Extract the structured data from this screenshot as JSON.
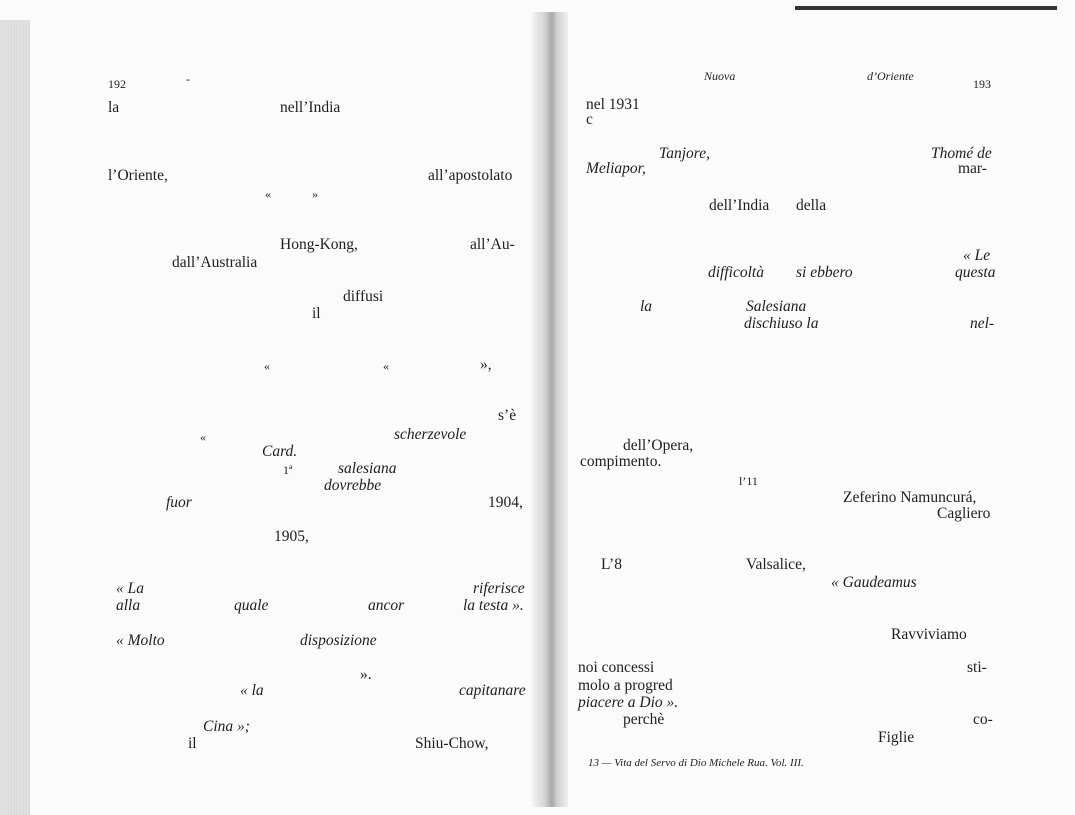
{
  "left_page": {
    "page_number": "192",
    "lines": [
      {
        "id": "l1",
        "text": "la",
        "italic": false
      },
      {
        "id": "l2",
        "text": "nell’India",
        "italic": false
      },
      {
        "id": "l3",
        "text": "l’Oriente,",
        "italic": false
      },
      {
        "id": "l4",
        "text": "all’apostolato",
        "italic": false
      },
      {
        "id": "l5",
        "text": "«",
        "italic": false
      },
      {
        "id": "l6",
        "text": "»",
        "italic": false
      },
      {
        "id": "l7",
        "text": "Hong-Kong,",
        "italic": false
      },
      {
        "id": "l8",
        "text": "all’Au-",
        "italic": false
      },
      {
        "id": "l9",
        "text": "dall’Australia",
        "italic": false
      },
      {
        "id": "l10",
        "text": "diffusi",
        "italic": false
      },
      {
        "id": "l11",
        "text": "il",
        "italic": false
      },
      {
        "id": "l12",
        "text": "«",
        "italic": false
      },
      {
        "id": "l13",
        "text": "«",
        "italic": false
      },
      {
        "id": "l14",
        "text": "»,",
        "italic": false
      },
      {
        "id": "l15",
        "text": "s’è",
        "italic": false
      },
      {
        "id": "l16",
        "text": "«",
        "italic": false
      },
      {
        "id": "l17",
        "text": "scherzevole",
        "italic": true
      },
      {
        "id": "l18",
        "text": "Card.",
        "italic": true
      },
      {
        "id": "l19",
        "text": "1ª",
        "italic": false
      },
      {
        "id": "l20",
        "text": "salesiana",
        "italic": true
      },
      {
        "id": "l21",
        "text": "dovrebbe",
        "italic": true
      },
      {
        "id": "l22",
        "text": "fuor",
        "italic": true
      },
      {
        "id": "l23",
        "text": "1904,",
        "italic": false
      },
      {
        "id": "l24",
        "text": "1905,",
        "italic": false
      },
      {
        "id": "l25",
        "text": "« La",
        "italic": true
      },
      {
        "id": "l26",
        "text": "riferisce",
        "italic": true
      },
      {
        "id": "l27",
        "text": "alla",
        "italic": true
      },
      {
        "id": "l28",
        "text": "quale",
        "italic": true
      },
      {
        "id": "l29",
        "text": "ancor",
        "italic": true
      },
      {
        "id": "l30",
        "text": "la testa ».",
        "italic": true
      },
      {
        "id": "l31",
        "text": "« Molto",
        "italic": true
      },
      {
        "id": "l32",
        "text": "disposizione",
        "italic": true
      },
      {
        "id": "l33",
        "text": "».",
        "italic": false
      },
      {
        "id": "l34",
        "text": "« la",
        "italic": true
      },
      {
        "id": "l35",
        "text": "capitanare",
        "italic": true
      },
      {
        "id": "l36",
        "text": "Cina »;",
        "italic": true
      },
      {
        "id": "l37",
        "text": "il",
        "italic": false
      },
      {
        "id": "l38",
        "text": "Shiu-Chow,",
        "italic": false
      }
    ]
  },
  "right_page": {
    "running_head_left": "Nuova",
    "running_head_right": "d’Oriente",
    "page_number": "193",
    "lines": [
      {
        "id": "r1",
        "text": "nel 1931",
        "italic": false
      },
      {
        "id": "r2",
        "text": "c",
        "italic": false
      },
      {
        "id": "r3",
        "text": "Tanjore,",
        "italic": true
      },
      {
        "id": "r4",
        "text": "Thomé de",
        "italic": true
      },
      {
        "id": "r5",
        "text": "Meliapor,",
        "italic": true
      },
      {
        "id": "r6",
        "text": "mar-",
        "italic": false
      },
      {
        "id": "r7",
        "text": "dell’India",
        "italic": false
      },
      {
        "id": "r8",
        "text": "della",
        "italic": false
      },
      {
        "id": "r9",
        "text": "« Le",
        "italic": true
      },
      {
        "id": "r10",
        "text": "difficoltà",
        "italic": true
      },
      {
        "id": "r11",
        "text": "si ebbero",
        "italic": true
      },
      {
        "id": "r12",
        "text": "questa",
        "italic": true
      },
      {
        "id": "r13",
        "text": "la",
        "italic": true
      },
      {
        "id": "r14",
        "text": "Salesiana",
        "italic": true
      },
      {
        "id": "r15",
        "text": "dischiuso la",
        "italic": true
      },
      {
        "id": "r16",
        "text": "nel-",
        "italic": true
      },
      {
        "id": "r17",
        "text": "dell’Opera,",
        "italic": false
      },
      {
        "id": "r18",
        "text": "compimento.",
        "italic": false
      },
      {
        "id": "r19",
        "text": "l’11",
        "italic": false
      },
      {
        "id": "r20",
        "text": "Zeferino Namuncurá,",
        "italic": false
      },
      {
        "id": "r21",
        "text": "Cagliero",
        "italic": false
      },
      {
        "id": "r22",
        "text": "L’8",
        "italic": false
      },
      {
        "id": "r23",
        "text": "Valsalice,",
        "italic": false
      },
      {
        "id": "r24",
        "text": "« Gaudeamus",
        "italic": true
      },
      {
        "id": "r25",
        "text": "Ravviviamo",
        "italic": false
      },
      {
        "id": "r26",
        "text": "noi concessi",
        "italic": false
      },
      {
        "id": "r27",
        "text": "sti-",
        "italic": false
      },
      {
        "id": "r28",
        "text": "molo a progred",
        "italic": false
      },
      {
        "id": "r29",
        "text": "piacere a Dio ».",
        "italic": true
      },
      {
        "id": "r30",
        "text": "perchè",
        "italic": false
      },
      {
        "id": "r31",
        "text": "co-",
        "italic": false
      },
      {
        "id": "r32",
        "text": "Figlie",
        "italic": false
      }
    ],
    "signature_line": "13 — Vita del Servo di Dio Michele Rua. Vol. III."
  }
}
